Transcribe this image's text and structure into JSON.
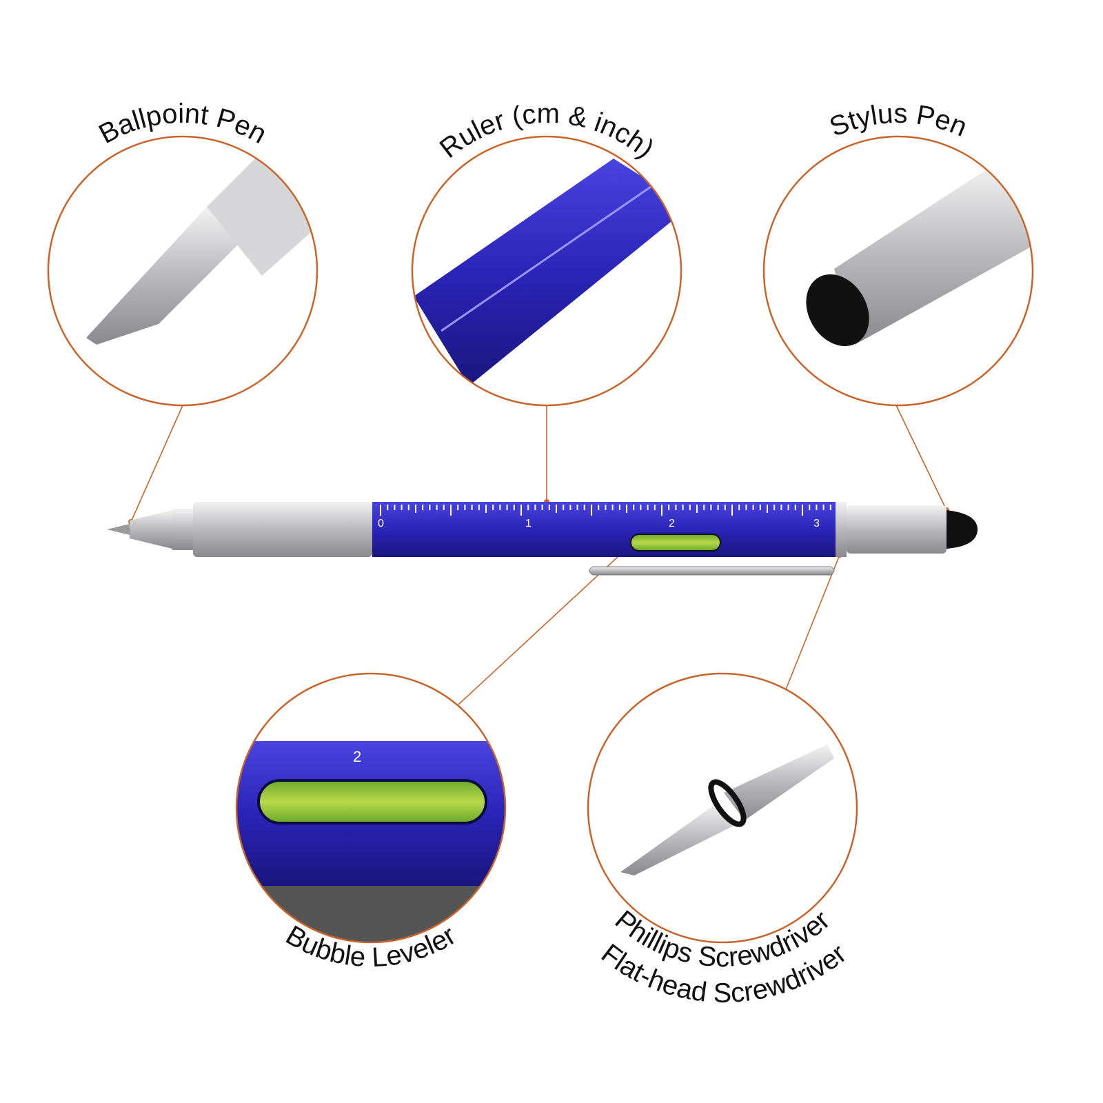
{
  "labels": {
    "ballpoint": "Ballpoint Pen",
    "ruler": "Ruler (cm & inch)",
    "stylus": "Stylus Pen",
    "leveler": "Bubble Leveler",
    "phillips": "Phillips Screwdriver",
    "flathead": "Flat-head Screwdriver"
  },
  "ruler_marks": [
    "0",
    "1",
    "2",
    "3"
  ],
  "colors": {
    "callout": "#c8642a",
    "pen_body": "#2a24b8",
    "silver": "#c9c9cc",
    "bubble": "#8fc23a"
  }
}
